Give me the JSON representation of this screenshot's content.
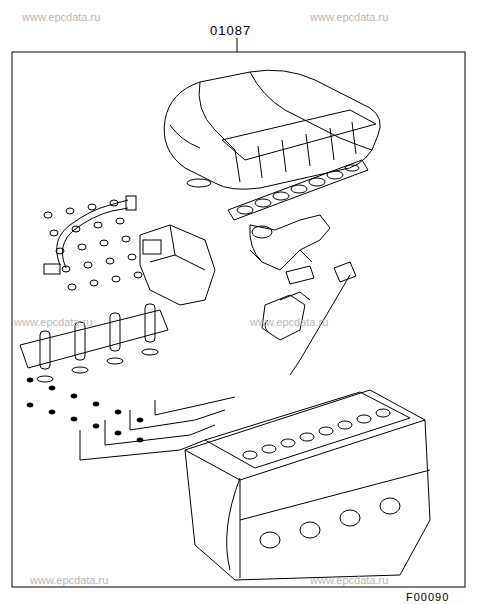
{
  "diagram": {
    "labels": [
      "01087",
      "www.epcdata.ru",
      "www.epcdata.ru",
      "www.epcdata.ru",
      "www.epcdata.ru",
      "www.epcdata.ru",
      "www.epcdata.ru",
      "F00090"
    ]
  }
}
